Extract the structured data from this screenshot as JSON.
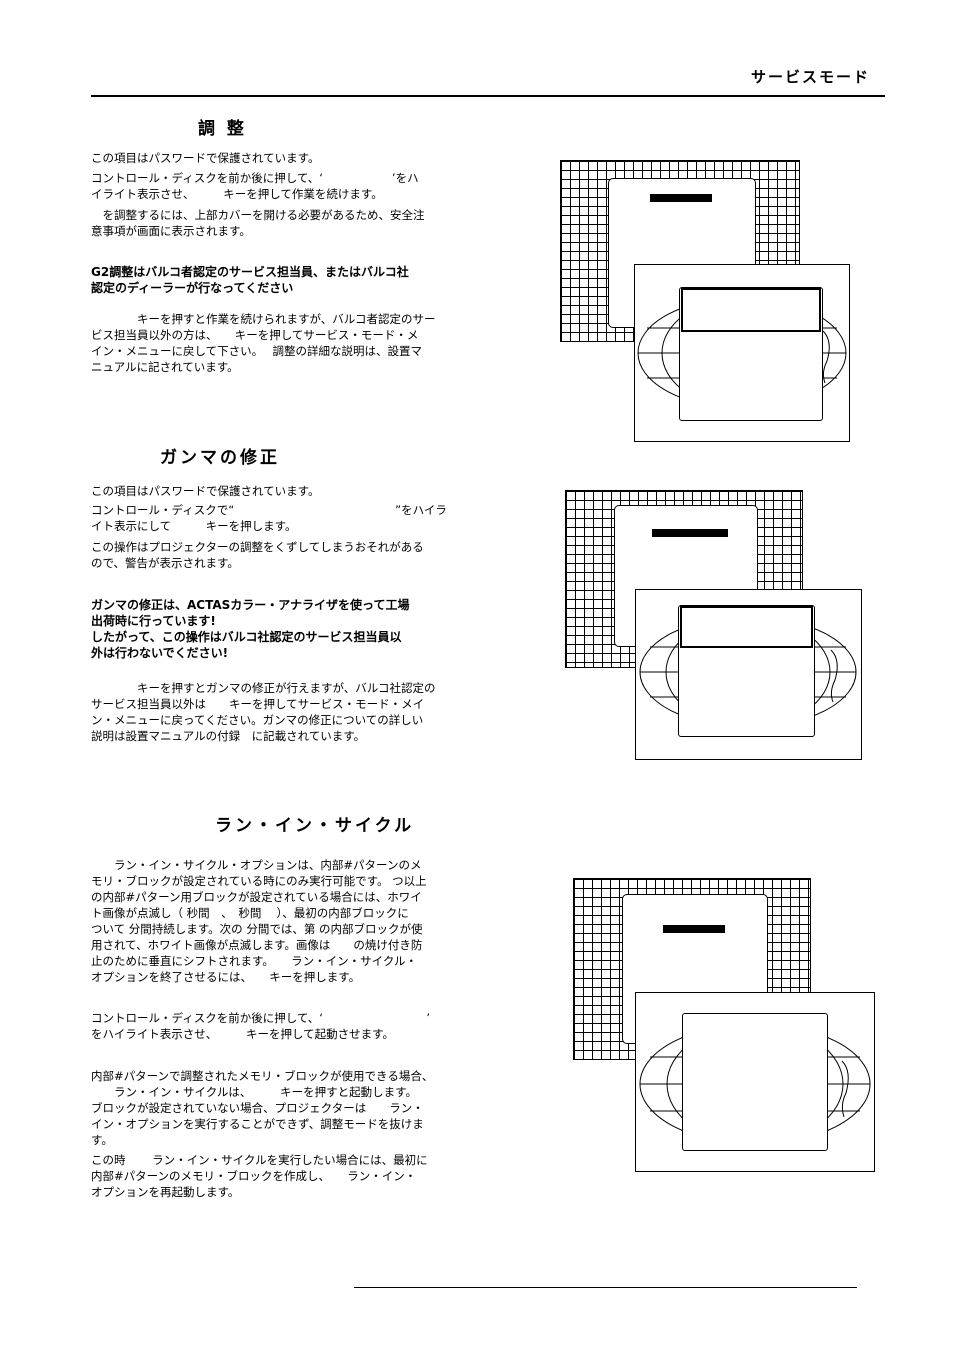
{
  "header": {
    "title": "サービスモード"
  },
  "sections": [
    {
      "title": "調 整",
      "para1": "この項目はパスワードで保護されています。",
      "para2": "コントロール・ディスクを前か後に押して、‘　　　　　　’をハ\nイライト表示させ、　　　キーを押して作業を続けます。",
      "para3": "　を調整するには、上部カバーを開ける必要があるため、安全注\n意事項が画面に表示されます。",
      "warning": "G2調整はバルコ者認定のサービス担当員、またはバルコ社\n認定のディーラーが行なってください",
      "para4": "　　　　キーを押すと作業を続けられますが、バルコ者認定のサー\nビス担当員以外の方は、　　キーを押してサービス・モード・メ\nイン・メニューに戻して下さい。　 調整の詳細な説明は、設置マ\nニュアルに記されています。"
    },
    {
      "title": "ガンマの修正",
      "para1": "この項目はパスワードで保護されています。",
      "para2": "コントロール・ディスクで“　　　　　　　　　　　　　　”をハイラ\nイト表示にして　　　キーを押します。",
      "para3": "この操作はプロジェクターの調整をくずしてしまうおそれがある\nので、警告が表示されます。",
      "warning": "ガンマの修正は、ACTASカラー・アナライザを使って工場\n出荷時に行っています!\nしたがって、この操作はバルコ社認定のサービス担当員以\n外は行わないでください!",
      "para4": "　　　　キーを押すとガンマの修正が行えますが、バルコ社認定の\nサービス担当員以外は　　キーを押してサービス・モード・メイ\nン・メニューに戻ってください。ガンマの修正についての詳しい\n説明は設置マニュアルの付録　に記載されています。"
    },
    {
      "title": "ラン・イン・サイクル",
      "para1": "　　ラン・イン・サイクル・オプションは、内部#パターンのメ\nモリ・ブロックが設定されている時にのみ実行可能です。 つ以上\nの内部#パターン用ブロックが設定されている場合には、ホワイ\nト画像が点滅し（ 秒間　、　秒間　 ）、最初の内部ブロックに\nついて 分間持続します。次の 分間では、第 の内部ブロックが使\n用されて、ホワイト画像が点滅します。画像は　　の焼け付き防\n止のために垂直にシフトされます。　　ラン・イン・サイクル・\nオプションを終了させるには、　　キーを押します。",
      "para2": "コントロール・ディスクを前か後に押して、‘　　　　　　　　　’\nをハイライト表示させ、　　　キーを押して起動させます。",
      "para3": "内部#パターンで調整されたメモリ・ブロックが使用できる場合、\n　　ラン・イン・サイクルは、　　　キーを押すと起動します。\nブロックが設定されていない場合、プロジェクターは　　ラン・\nイン・オプションを実行することができず、調整モードを抜けま\nす。",
      "para4": "この時　　 ラン・イン・サイクルを実行したい場合には、最初に\n内部#パターンのメモリ・ブロックを作成し、　　ラン・イン・\nオプションを再起動します。"
    }
  ]
}
